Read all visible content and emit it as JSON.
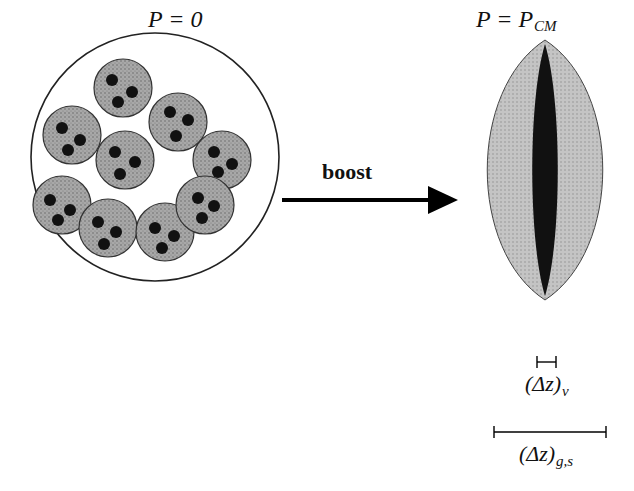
{
  "diagram": {
    "labels": [
      "P = 0",
      "boost",
      "P = P",
      "CM",
      "(Δz)",
      "v",
      "(Δz)",
      "g,s"
    ]
  }
}
